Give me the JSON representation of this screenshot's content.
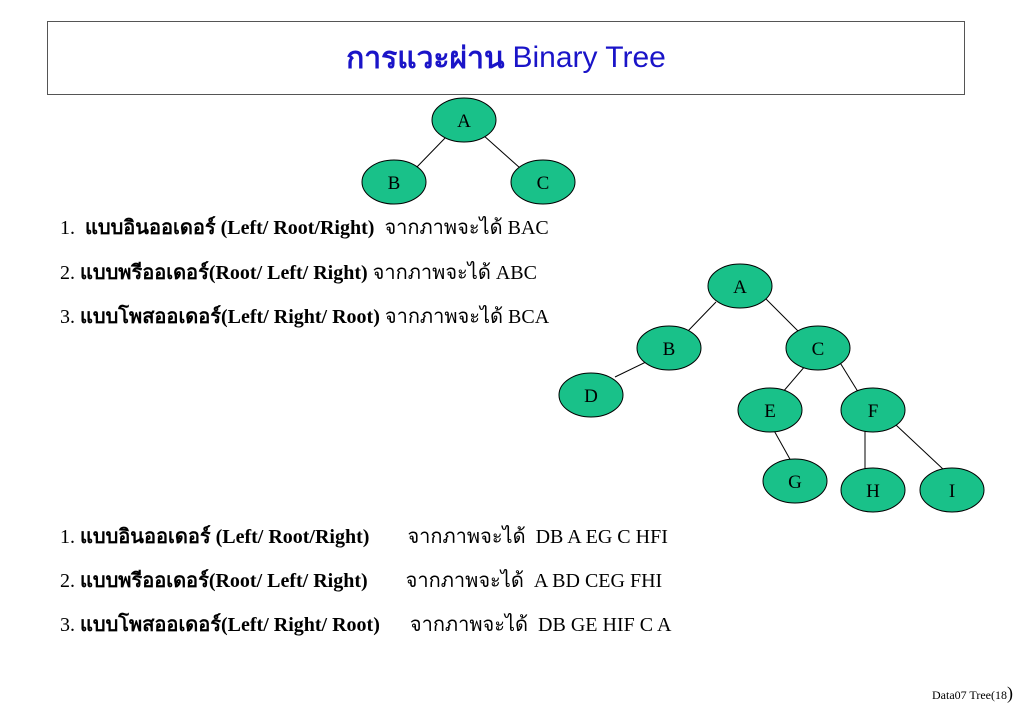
{
  "title": {
    "thai": "การแวะผ่าน",
    "english": "Binary Tree"
  },
  "colors": {
    "title": "#1a14c8",
    "node_fill": "#19c189",
    "node_stroke": "#000000"
  },
  "tree1": {
    "nodes": [
      "A",
      "B",
      "C"
    ]
  },
  "tree2": {
    "nodes": [
      "A",
      "B",
      "C",
      "D",
      "E",
      "F",
      "G",
      "H",
      "I"
    ]
  },
  "section1": [
    {
      "num": "1.",
      "name": "แบบอินออเดอร์",
      "order": "(Left/ Root/Right)",
      "result_label": "จากภาพจะได้",
      "result": "BAC"
    },
    {
      "num": "2.",
      "name": "แบบพรีออเดอร์",
      "order": "(Root/ Left/ Right)",
      "result_label": "จากภาพจะได้",
      "result": "ABC"
    },
    {
      "num": "3.",
      "name": "แบบโพสออเดอร์",
      "order": "(Left/ Right/ Root)",
      "result_label": "จากภาพจะได้",
      "result": "BCA"
    }
  ],
  "section2": [
    {
      "num": "1.",
      "name": "แบบอินออเดอร์",
      "order": "(Left/ Root/Right)",
      "result_label": "จากภาพจะได้",
      "result": "DB A EG C HFI"
    },
    {
      "num": "2.",
      "name": "แบบพรีออเดอร์",
      "order": "(Root/ Left/ Right)",
      "result_label": "จากภาพจะได้",
      "result": "A BD CEG FHI"
    },
    {
      "num": "3.",
      "name": "แบบโพสออเดอร์",
      "order": "(Left/ Right/ Root)",
      "result_label": "จากภาพจะได้",
      "result": "DB GE HIF C A"
    }
  ],
  "footer": {
    "text": "Data07 Tree(18",
    "close": ")"
  }
}
